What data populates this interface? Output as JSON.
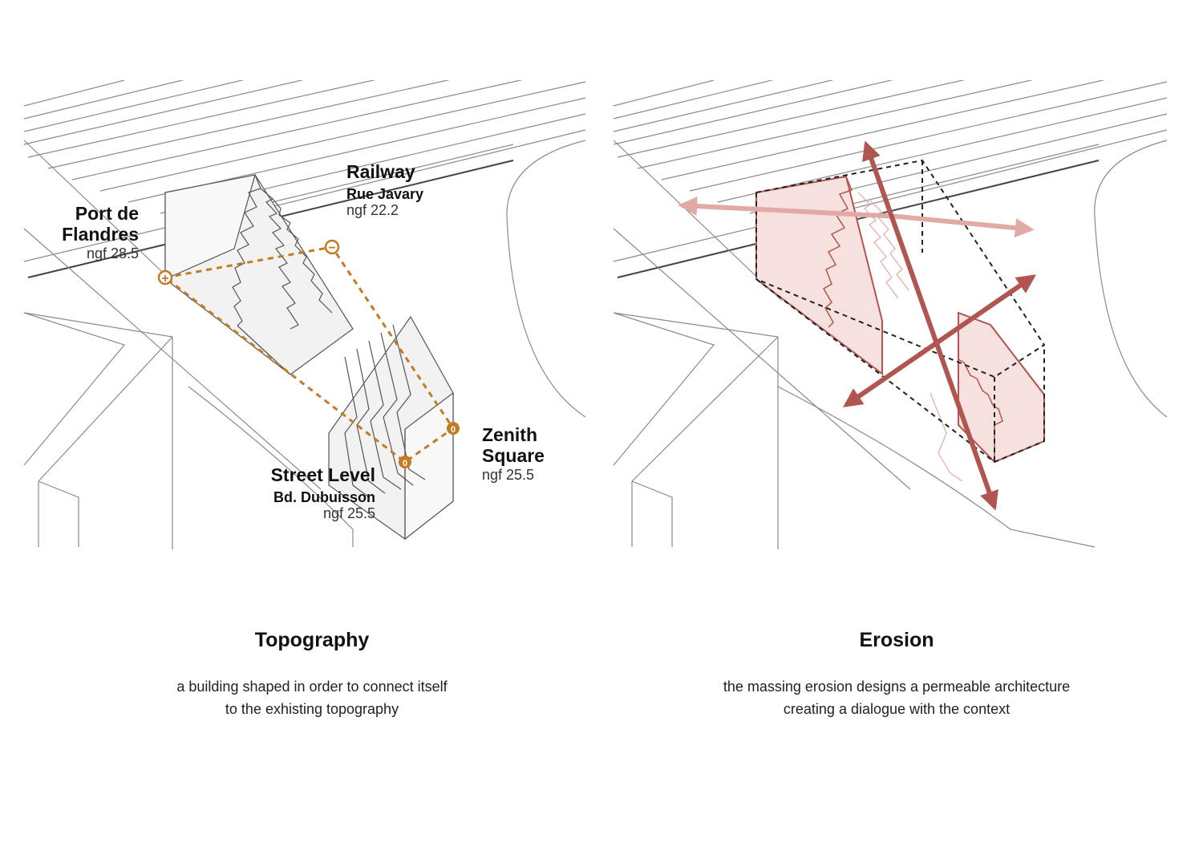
{
  "colors": {
    "topography_accent": "#c27a23",
    "erosion_accent": "#b0554f",
    "erosion_fill": "#f7e1df",
    "massing_fill": "#f2f2f2",
    "line": "#777777"
  },
  "topography": {
    "title": "Topography",
    "desc_line1": "a building shaped in order to connect itself",
    "desc_line2": "to the exhisting topography",
    "labels": {
      "port": {
        "name1": "Port de",
        "name2": "Flandres",
        "level": "ngf 28.5"
      },
      "railway": {
        "name": "Railway",
        "street": "Rue Javary",
        "level": "ngf 22.2"
      },
      "zenith": {
        "name1": "Zenith",
        "name2": "Square",
        "level": "ngf 25.5"
      },
      "street": {
        "name": "Street Level",
        "street": "Bd. Dubuisson",
        "level": "ngf 25.5"
      }
    },
    "markers": {
      "plus": "+",
      "minus": "−",
      "zero": "0"
    }
  },
  "erosion": {
    "title": "Erosion",
    "desc_line1": "the massing erosion designs a permeable architecture",
    "desc_line2": "creating a dialogue with the context"
  }
}
